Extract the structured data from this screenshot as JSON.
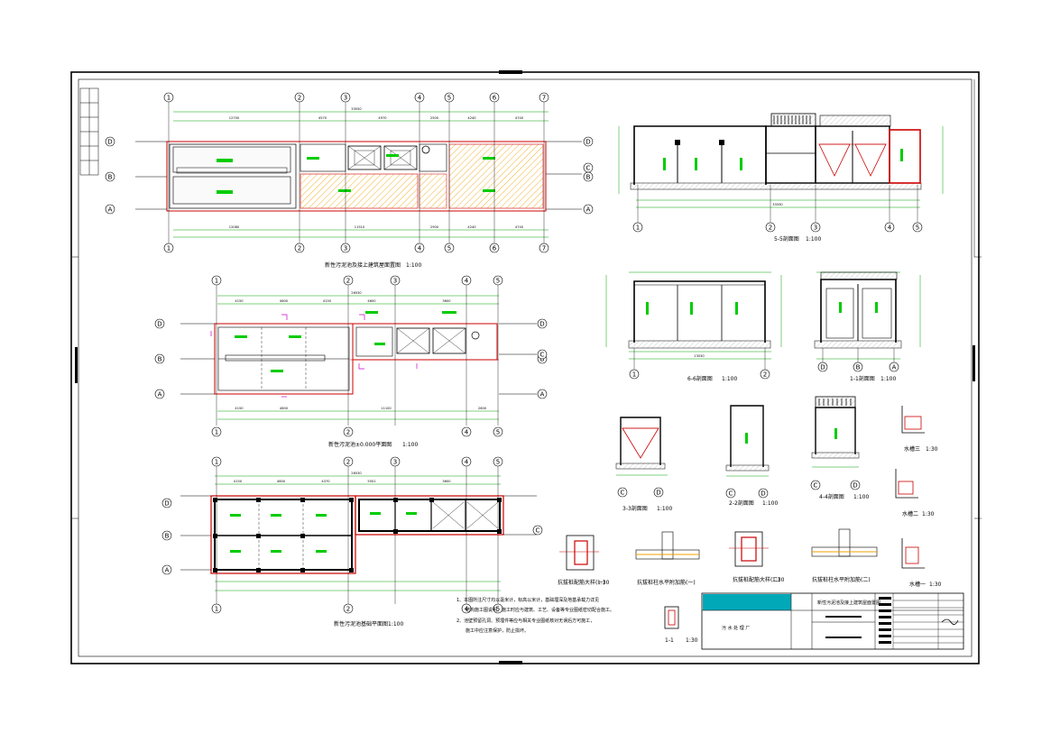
{
  "sheet": {
    "paper_color": "#ffffff",
    "frame_color": "#000000",
    "accent_colors": {
      "dimension": "#00a000",
      "wall": "#cc0000",
      "hatch": "#f0a000",
      "callout": "#cc00cc",
      "title_block": "#00a8b8"
    }
  },
  "plans": {
    "roof_plan": {
      "title": "新性污泥池及接上建筑屋面置图",
      "scale": "1:100",
      "axes_top": [
        "1",
        "2",
        "3",
        "4",
        "5",
        "6",
        "7"
      ],
      "axes_side": [
        "D",
        "B",
        "A"
      ],
      "axis_right_mid": "C",
      "dims_top": [
        "12700",
        "4570",
        "4970",
        "2500",
        "4240",
        "4740"
      ],
      "dim_total": "33550",
      "dims_bottom": [
        "12080",
        "11510",
        "2900",
        "4240",
        "4740"
      ]
    },
    "level_plan": {
      "title": "新性污泥池±0.000平面图",
      "scale": "1:100",
      "axes_top": [
        "1",
        "2",
        "3",
        "4",
        "5"
      ],
      "axes_side": [
        "D",
        "B",
        "A"
      ],
      "axis_right_mid": "C",
      "dims_top": [
        "4150",
        "4600",
        "4150",
        "4600",
        "3600"
      ],
      "dim_total": "26530",
      "dims_bottom": [
        "4150",
        "4600",
        "11100",
        "2600"
      ]
    },
    "foundation_plan": {
      "title": "新性污泥池基础平面图",
      "scale": "1:100",
      "axes_top": [
        "1",
        "2",
        "3",
        "4",
        "5"
      ],
      "axes_side": [
        "D",
        "B",
        "A"
      ],
      "axis_right_mid": "C",
      "dims_top": [
        "4150",
        "4600",
        "4370",
        "5501",
        "3600"
      ],
      "dim_total": "26530"
    }
  },
  "sections": {
    "s55": {
      "title": "5-5剖面图",
      "scale": "1:100",
      "axes": [
        "1",
        "2",
        "3",
        "4",
        "5"
      ],
      "total": "33330"
    },
    "s66": {
      "title": "6-6剖面图",
      "scale": "1:100",
      "axes": [
        "1",
        "2"
      ],
      "total": "13530"
    },
    "s11": {
      "title": "1-1剖面图",
      "scale": "1:100",
      "axes": [
        "D",
        "B",
        "A"
      ]
    },
    "s33": {
      "title": "3-3剖面图",
      "scale": "1:100",
      "axes": [
        "C",
        "D"
      ]
    },
    "s22": {
      "title": "2-2剖面图",
      "scale": "1:100",
      "axes": [
        "C",
        "D"
      ]
    },
    "s44": {
      "title": "4-4剖面图",
      "scale": "1:100",
      "axes": [
        "C",
        "D"
      ]
    }
  },
  "details": {
    "col_a": {
      "title": "抗拔桩配筋大样(一)",
      "scale": "1:30"
    },
    "beam_a": {
      "title": "抗拔桩柱水平附加筋(一)",
      "scale": ""
    },
    "col_b": {
      "title": "抗拔桩配筋大样(二)",
      "scale": "1:30"
    },
    "beam_b": {
      "title": "抗拔桩柱水平附加筋(二)",
      "scale": ""
    },
    "d3": {
      "title": "水槽三",
      "scale": "1:30"
    },
    "d2": {
      "title": "水槽二",
      "scale": "1:30"
    },
    "d1": {
      "title": "水槽一",
      "scale": "1:30"
    },
    "sec11": {
      "title": "1-1",
      "scale": "1:30"
    }
  },
  "notes": {
    "line1": "1、本图所注尺寸均以毫米计，标高以米计，基础埋深及地基承载力详见",
    "line1b": "结构施工图说明，施工时应与建筑、工艺、设备等专业图纸密切配合施工。",
    "line2": "2、池壁预留孔洞、预埋件等应与相关专业图纸核对无误后方可施工，",
    "line2b": "施工中应注意保护，防止损坏。"
  },
  "title_block": {
    "drawing_name": "新性污泥池及接上建筑屋面置图",
    "project": "污 水 处 理 厂"
  }
}
